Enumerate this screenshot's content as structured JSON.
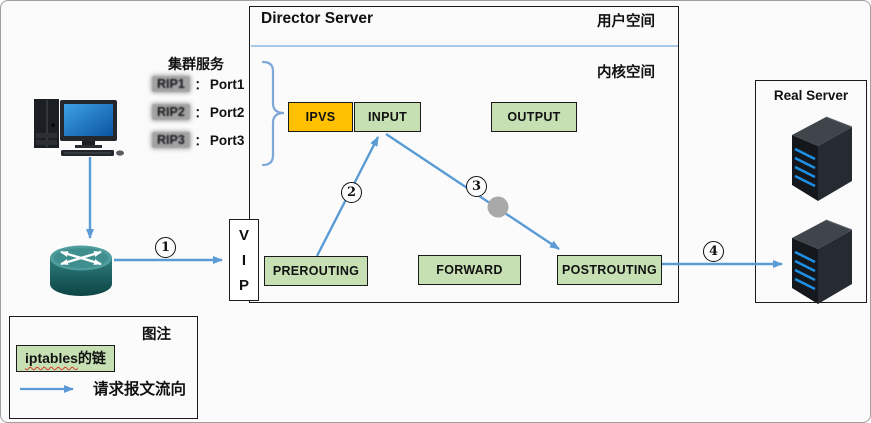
{
  "director": {
    "title": "Director Server",
    "user_space_label": "用户空间",
    "kernel_space_label": "内核空间"
  },
  "cluster_service": {
    "title": "集群服务",
    "entries": [
      {
        "rip": "RIP1",
        "colon": "：",
        "port": "Port1"
      },
      {
        "rip": "RIP2",
        "colon": "：",
        "port": "Port2"
      },
      {
        "rip": "RIP3",
        "colon": "：",
        "port": "Port3"
      }
    ]
  },
  "chains": {
    "ipvs": "IPVS",
    "input": "INPUT",
    "output": "OUTPUT",
    "prerouting": "PREROUTING",
    "forward": "FORWARD",
    "postrouting": "POSTROUTING"
  },
  "vip": {
    "l1": "V",
    "l2": "I",
    "l3": "P"
  },
  "real_server": {
    "title": "Real Server"
  },
  "steps": [
    "1",
    "2",
    "3",
    "4"
  ],
  "legend": {
    "title": "图注",
    "chain_item_en": "iptables",
    "chain_item_zh": "的链",
    "flow_item": "请求报文流向"
  },
  "icons": {
    "client": "desktop-computer-icon",
    "gateway": "router-icon",
    "backend": "server-tower-icon"
  },
  "colors": {
    "arrow_blue": "#5B9BD5",
    "chain_green": "#C6E0B4",
    "ipvs_gold": "#FFC000",
    "divider_blue": "#A9C7E6",
    "bracket_blue": "#7FA8D9",
    "gray_dot": "#A9A9A9"
  }
}
